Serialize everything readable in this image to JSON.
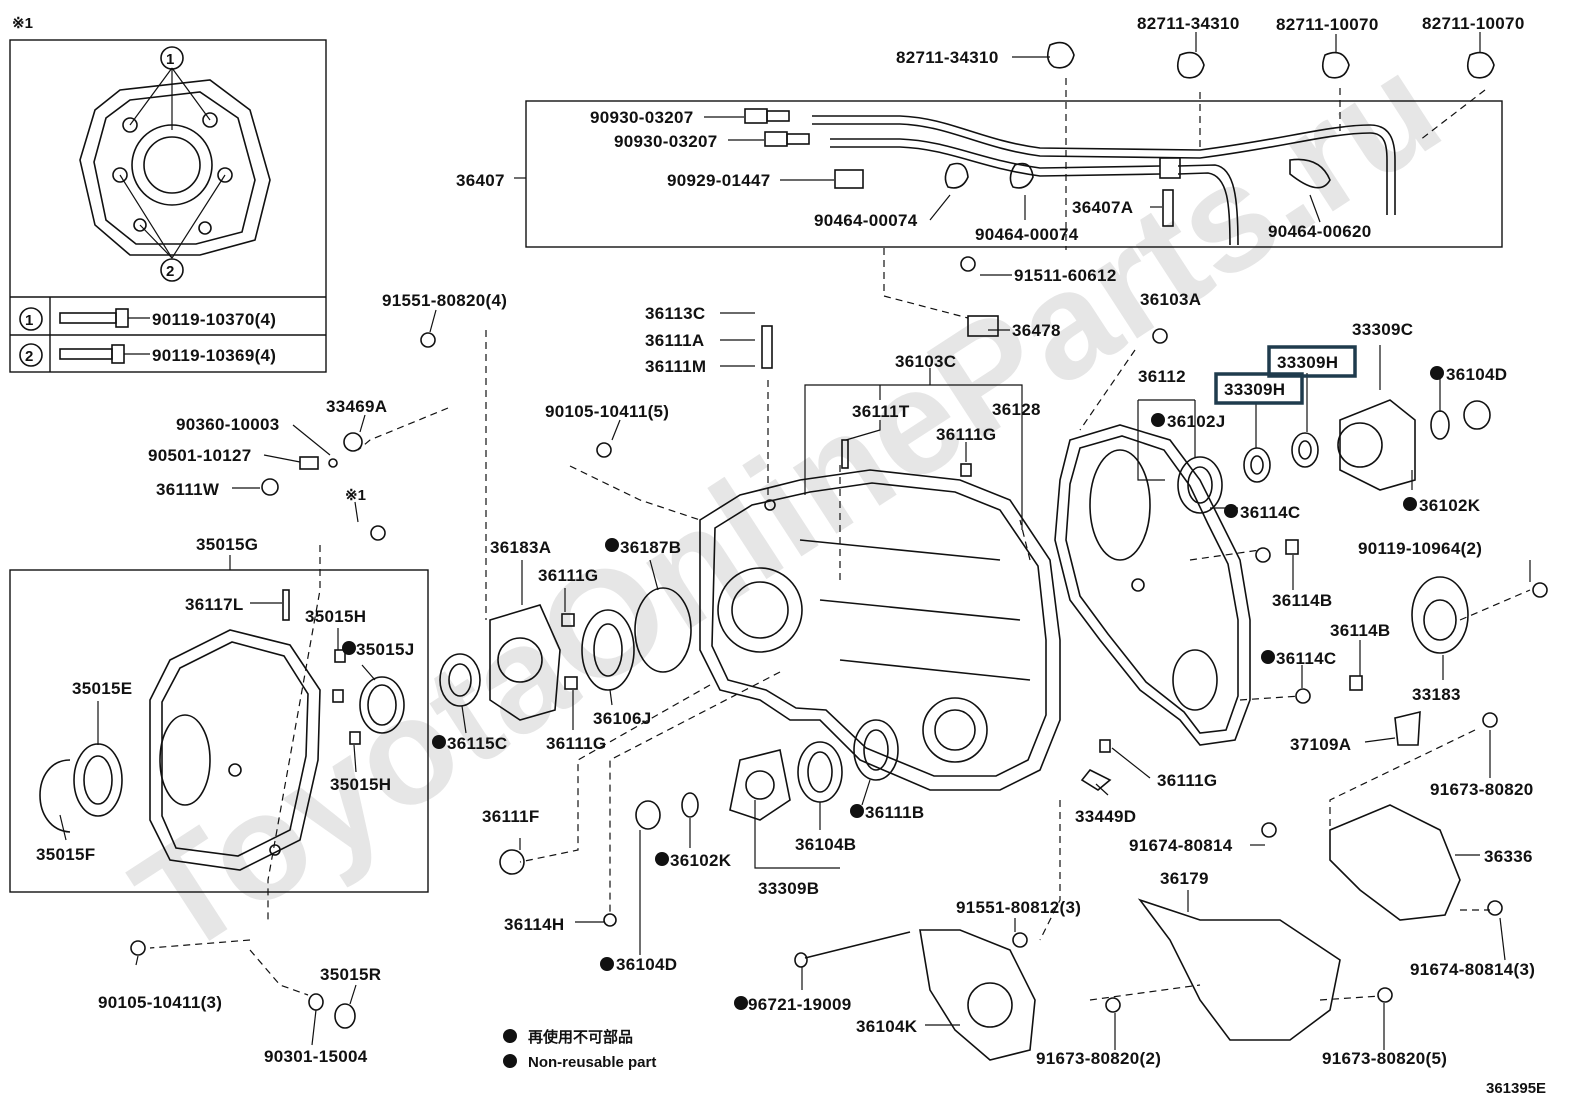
{
  "diagram_code": "361395E",
  "watermark": "ToyotaOnlineParts.ru",
  "inset": {
    "ref_mark": "※1",
    "callout_1": "1",
    "callout_2": "2",
    "rows": [
      {
        "num": "1",
        "part": "90119-10370(4)"
      },
      {
        "num": "2",
        "part": "90119-10369(4)"
      }
    ]
  },
  "labels": {
    "p82711_34310_a": "82711-34310",
    "p82711_34310_b": "82711-34310",
    "p82711_10070_a": "82711-10070",
    "p82711_10070_b": "82711-10070",
    "p90930_03207_a": "90930-03207",
    "p90930_03207_b": "90930-03207",
    "p36407": "36407",
    "p90929_01447": "90929-01447",
    "p90464_00074_a": "90464-00074",
    "p90464_00074_b": "90464-00074",
    "p36407A": "36407A",
    "p90464_00620": "90464-00620",
    "p91511_60612": "91511-60612",
    "p91551_80820_4": "91551-80820(4)",
    "p36113C": "36113C",
    "p36111A": "36111A",
    "p36111M": "36111M",
    "p36478": "36478",
    "p36103A": "36103A",
    "p33309C": "33309C",
    "p33309H_a": "33309H",
    "p33309H_b": "33309H",
    "p36104D_a": "36104D",
    "p36103C": "36103C",
    "p36112": "36112",
    "p36102J": "36102J",
    "p90360_10003": "90360-10003",
    "p33469A": "33469A",
    "p90105_10411_5": "90105-10411(5)",
    "p36111T": "36111T",
    "p36128": "36128",
    "p36111G_a": "36111G",
    "p90501_10127": "90501-10127",
    "p36111W": "36111W",
    "p36102K_a": "36102K",
    "p36114C_a": "36114C",
    "ref_1": "※1",
    "p35015G": "35015G",
    "p36183A": "36183A",
    "p36187B": "36187B",
    "p36111G_b": "36111G",
    "p90119_10964_2": "90119-10964(2)",
    "p36117L": "36117L",
    "p35015H_a": "35015H",
    "p35015J": "35015J",
    "p36114B_a": "36114B",
    "p33183": "33183",
    "p36114B_b": "36114B",
    "p36114C_b": "36114C",
    "p35015E": "35015E",
    "p36106J": "36106J",
    "p36111G_c": "36111G",
    "p36115C": "36115C",
    "p37109A": "37109A",
    "p91673_80820": "91673-80820",
    "p35015H_b": "35015H",
    "p36111G_d": "36111G",
    "p36111F": "36111F",
    "p36111B": "36111B",
    "p33449D": "33449D",
    "p35015F": "35015F",
    "p36104B": "36104B",
    "p36102K_b": "36102K",
    "p91674_80814_a": "91674-80814",
    "p36336": "36336",
    "p33309B": "33309B",
    "p36179": "36179",
    "p36114H": "36114H",
    "p91551_80812_3": "91551-80812(3)",
    "p36104D_b": "36104D",
    "p91674_80814_3": "91674-80814(3)",
    "p90105_10411_3": "90105-10411(3)",
    "p35015R": "35015R",
    "p96721_19009": "96721-19009",
    "p36104K": "36104K",
    "p90301_15004": "90301-15004",
    "p91673_80820_2": "91673-80820(2)",
    "p91673_80820_5": "91673-80820(5)"
  },
  "legend": {
    "jp": "再使用不可部品",
    "en": "Non-reusable part"
  },
  "colors": {
    "line": "#111111",
    "highlight_box": "#1f3b4d",
    "watermark": "#e6e6e6",
    "background": "#ffffff"
  }
}
